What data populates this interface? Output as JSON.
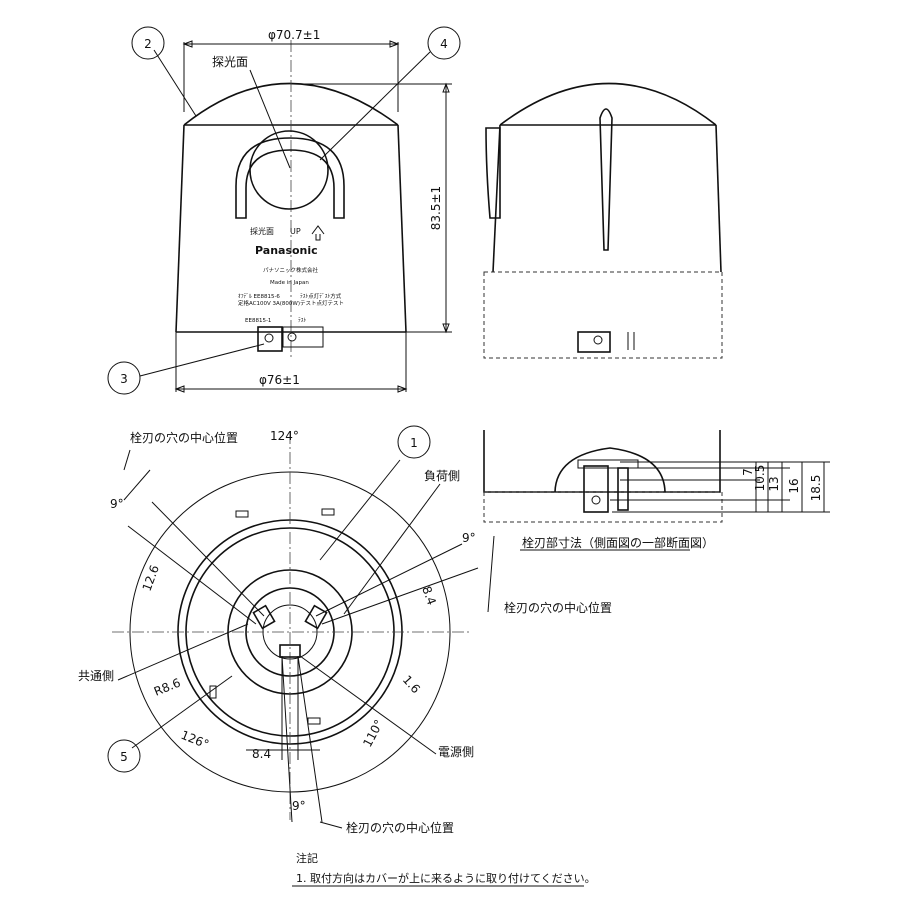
{
  "callouts": {
    "c1": "1",
    "c2": "2",
    "c3": "3",
    "c4": "4",
    "c5": "5"
  },
  "front": {
    "dim_top": "φ70.7±1",
    "dim_bottom": "φ76±1",
    "dim_height": "83.5±1",
    "light_face": "探光面",
    "light_face_up": "採光面",
    "up": "UP",
    "brand": "Panasonic",
    "maker": "パナソニック株式会社",
    "made_in": "Made in Japan",
    "spec_left": "ｵﾌﾃﾞﾙ EE8815-6",
    "spec_left2": "定格AC100V 3A(800W)",
    "spec_right": "ﾃｽﾄ点灯ﾃﾞｽﾄ方式",
    "spec_right2": "テスト点灯テスト",
    "code": "EE8815-1",
    "test": "ﾃｽﾄ"
  },
  "bottom": {
    "angle_124": "124°",
    "angle_126": "126°",
    "angle_110": "110°",
    "nine_a": "9°",
    "nine_b": "9°",
    "nine_c": "9°",
    "dim_12_6": "12.6",
    "dim_8_4_a": "8.4",
    "dim_8_4_b": "8.4",
    "dim_r8_6": "R8.6",
    "dim_1_6": "1.6",
    "label_blade_center_1": "栓刃の穴の中心位置",
    "label_blade_center_2": "栓刃の穴の中心位置",
    "label_blade_center_3": "栓刃の穴の中心位置",
    "label_load": "負荷側",
    "label_common": "共通側",
    "label_power": "電源側"
  },
  "section": {
    "dim_7": "7",
    "dim_10_5": "10.5",
    "dim_13": "13",
    "dim_16": "16",
    "dim_18_5": "18.5",
    "caption": "栓刃部寸法（側面図の一部断面図）"
  },
  "notes": {
    "heading": "注記",
    "line1": "1. 取付方向はカバーが上に来るように取り付けてください。"
  }
}
